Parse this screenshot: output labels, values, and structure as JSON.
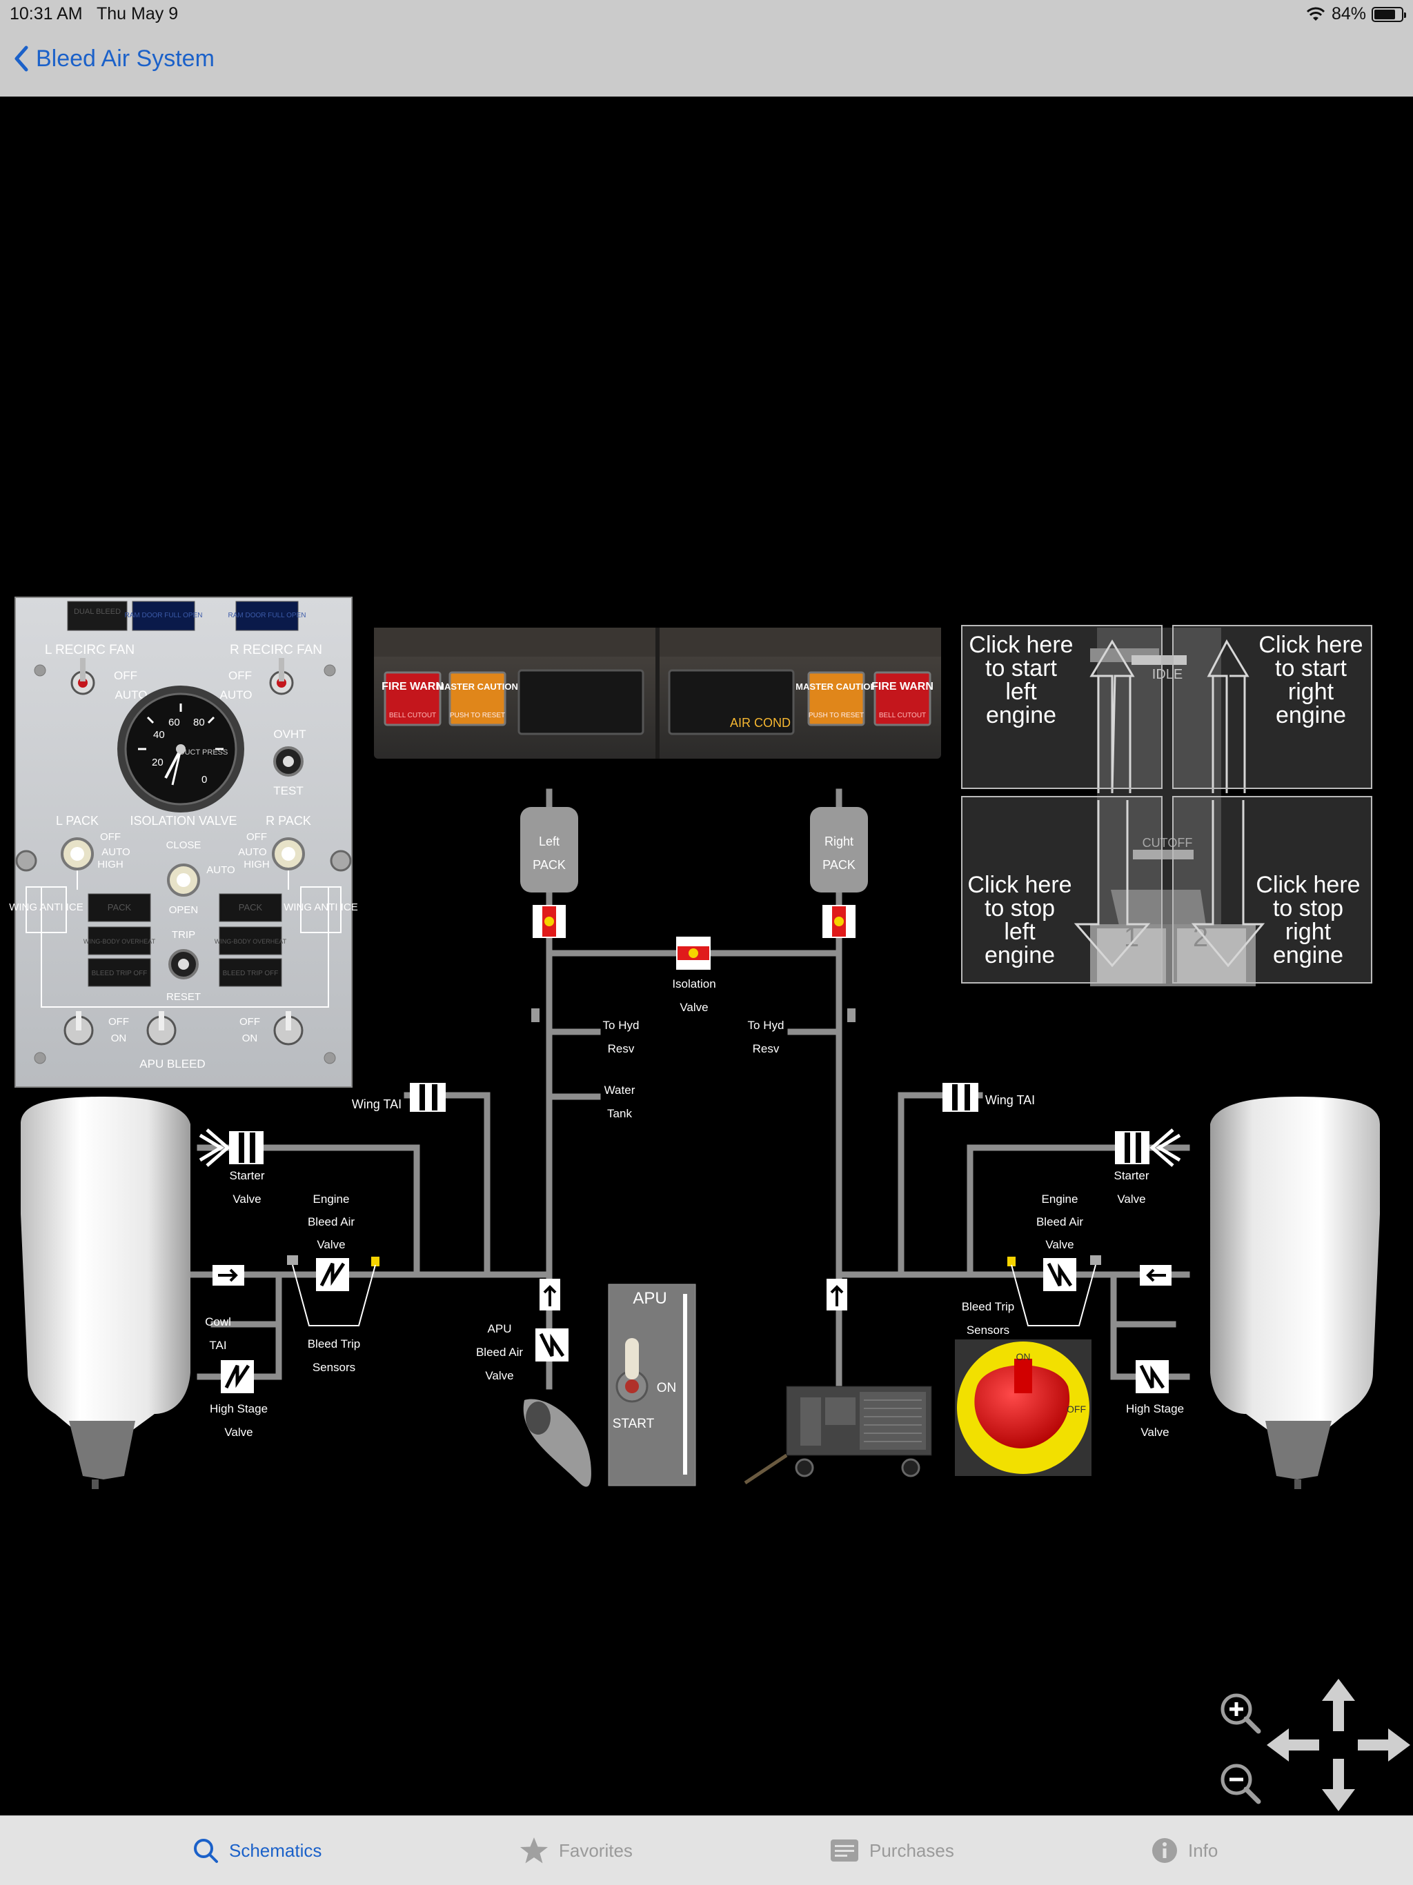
{
  "status": {
    "time": "10:31 AM",
    "date": "Thu May 9",
    "battery": "84%"
  },
  "nav": {
    "back_label": "Bleed Air System"
  },
  "overhead": {
    "dual_bleed": "DUAL\nBLEED",
    "ram_door_left": "RAM DOOR\nFULL OPEN",
    "ram_door_right": "RAM DOOR\nFULL OPEN",
    "l_recirc": "L RECIRC FAN",
    "r_recirc": "R RECIRC FAN",
    "off": "OFF",
    "auto": "AUTO",
    "ovht": "OVHT",
    "test": "TEST",
    "duct_press": "DUCT PRESS",
    "l_pack": "L PACK",
    "r_pack": "R PACK",
    "isolation_valve": "ISOLATION VALVE",
    "close": "CLOSE",
    "open": "OPEN",
    "high": "HIGH",
    "wing_anti_ice": "WING ANTI ICE",
    "pack": "PACK",
    "wing_body_overheat": "WING-BODY OVERHEAT",
    "bleed_trip_off": "BLEED TRIP OFF",
    "trip": "TRIP",
    "reset": "RESET",
    "on": "ON",
    "apu_bleed": "APU BLEED",
    "gauge_ticks": [
      "20",
      "40",
      "60",
      "80",
      "0"
    ]
  },
  "warnings": {
    "fire_warn": "FIRE WARN",
    "bell_cutout": "BELL CUTOUT",
    "master_caution": "MASTER CAUTION",
    "push_reset": "PUSH TO RESET",
    "air_cond": "AIR COND"
  },
  "engine_controls": {
    "start_left": "Click here to start left engine",
    "start_right": "Click here to start right engine",
    "stop_left": "Click here to stop left engine",
    "stop_right": "Click here to stop right engine",
    "idle": "IDLE",
    "cutoff": "CUTOFF",
    "lever_1": "1",
    "lever_2": "2"
  },
  "schematic": {
    "left_pack": "Left PACK",
    "right_pack": "Right PACK",
    "isolation_valve": "Isolation Valve",
    "to_hyd_resv": "To Hyd Resv",
    "water_tank": "Water Tank",
    "wing_tai": "Wing TAI",
    "starter_valve": "Starter Valve",
    "engine_bleed_valve": "Engine Bleed Air Valve",
    "bleed_trip_sensors": "Bleed Trip Sensors",
    "cowl_tai": "Cowl TAI",
    "high_stage_valve": "High Stage Valve",
    "apu_bleed_valve": "APU Bleed Air Valve",
    "apu": "APU",
    "on": "ON",
    "start": "START",
    "knob_on": "ON",
    "knob_off": "OFF"
  },
  "tabs": [
    {
      "label": "Schematics",
      "icon": "search-icon"
    },
    {
      "label": "Favorites",
      "icon": "star-icon"
    },
    {
      "label": "Purchases",
      "icon": "receipt-icon"
    },
    {
      "label": "Info",
      "icon": "info-icon"
    }
  ],
  "colors": {
    "accent": "#1b61c9",
    "duct": "#8e8e8e",
    "warn_red": "#c4161c",
    "caution_amber": "#e0861a",
    "knob_yellow": "#f2e000"
  }
}
